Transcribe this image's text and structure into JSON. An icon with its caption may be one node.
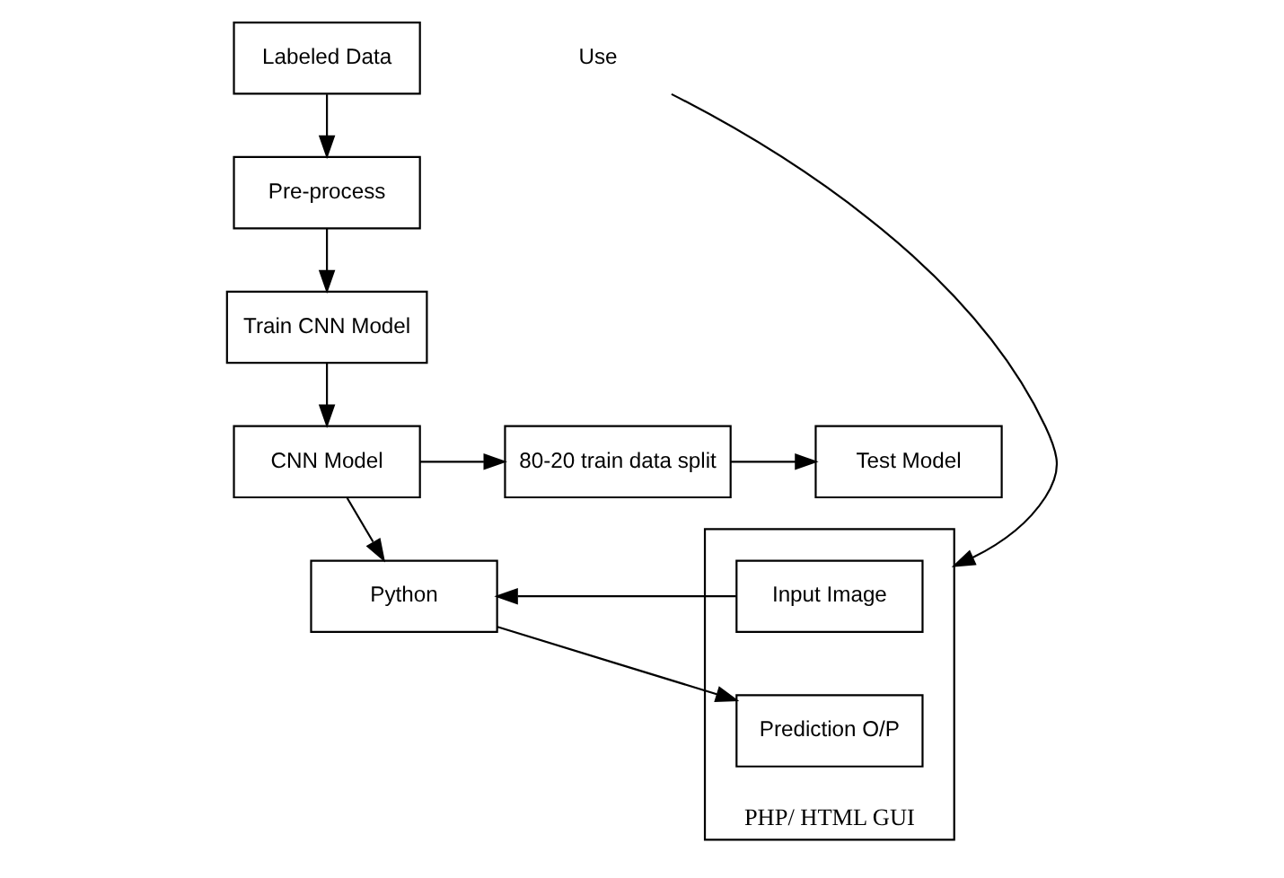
{
  "diagram": {
    "nodes": [
      {
        "text": [
          "Labeled Data"
        ]
      },
      {
        "text": [
          "Pre-process"
        ]
      },
      {
        "text": [
          "Train CNN Model"
        ]
      },
      {
        "text": [
          "CNN Model"
        ]
      },
      {
        "text": [
          "80-20 train data split"
        ]
      },
      {
        "text": [
          "Test Model"
        ]
      },
      {
        "text": [
          "Python"
        ]
      },
      {
        "text": [
          "PHP/ HTML GUI"
        ]
      },
      {
        "text": [
          "Input Image"
        ],
        "in": 7
      },
      {
        "text": [
          "Prediction O/P"
        ],
        "in": 7
      },
      {
        "text": [
          "Use"
        ]
      }
    ],
    "edges": [
      {
        "from": 0,
        "to": 1,
        "arrow": "to"
      },
      {
        "from": 1,
        "to": 2,
        "arrow": "to"
      },
      {
        "from": 2,
        "to": 3,
        "arrow": "to"
      },
      {
        "from": 3,
        "to": 4,
        "arrow": "to"
      },
      {
        "from": 4,
        "to": 5,
        "arrow": "to"
      },
      {
        "from": 3,
        "to": 6,
        "arrow": "to"
      },
      {
        "from": 8,
        "to": 6,
        "arrow": "to"
      },
      {
        "from": 6,
        "to": 9,
        "arrow": "to"
      },
      {
        "from": 10,
        "to": 7,
        "arrow": "to"
      }
    ]
  }
}
